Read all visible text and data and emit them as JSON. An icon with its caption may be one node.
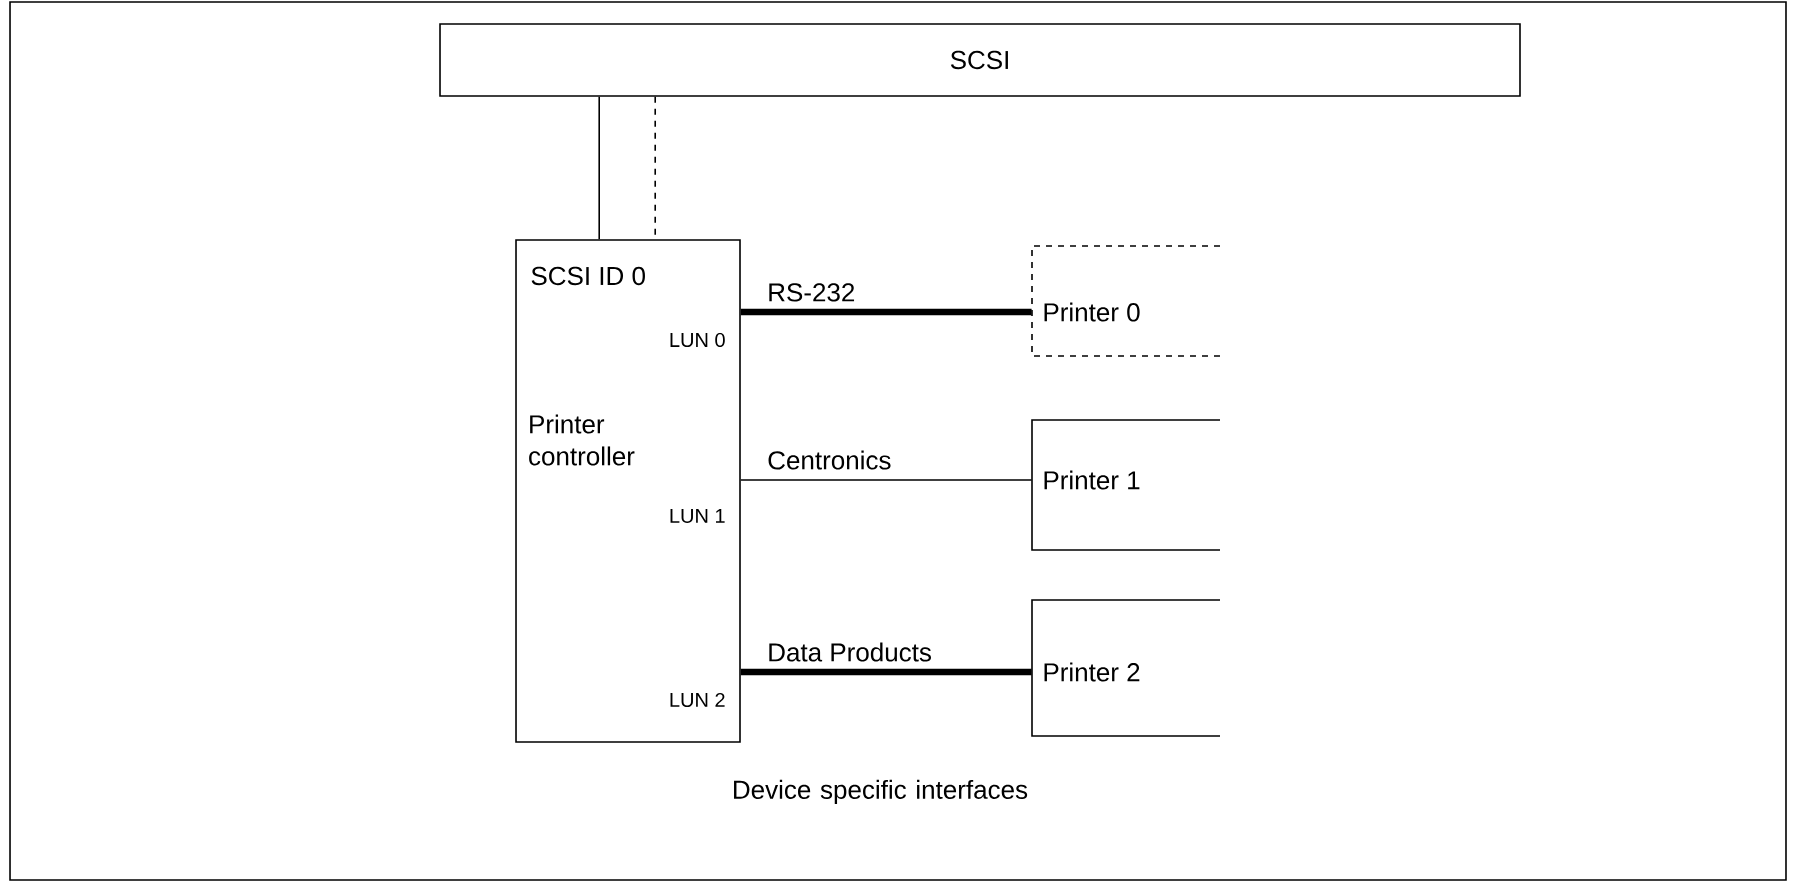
{
  "diagram": {
    "nodes": [
      {
        "text": [
          "SCSI"
        ]
      },
      {
        "text": [
          "SCSI ID 0",
          "LUN 0",
          "Printer controller",
          "LUN 1",
          "LUN 2"
        ]
      },
      {
        "text": [
          "Printer 0"
        ]
      },
      {
        "text": [
          "Printer 1"
        ]
      },
      {
        "text": [
          "Printer 2"
        ]
      }
    ],
    "edges": [
      {
        "from": 0,
        "to": 1,
        "arrow": "none"
      },
      {
        "from": 0,
        "to": 1,
        "arrow": "none",
        "style": "dashed"
      },
      {
        "from": 1,
        "to": 2,
        "arrow": "none",
        "label": "RS-232",
        "style": "thick"
      },
      {
        "from": 1,
        "to": 3,
        "arrow": "none",
        "label": "Centronics"
      },
      {
        "from": 1,
        "to": 4,
        "arrow": "none",
        "label": "Data Products",
        "style": "thick"
      }
    ],
    "labels": [
      "Device specific interfaces"
    ]
  }
}
